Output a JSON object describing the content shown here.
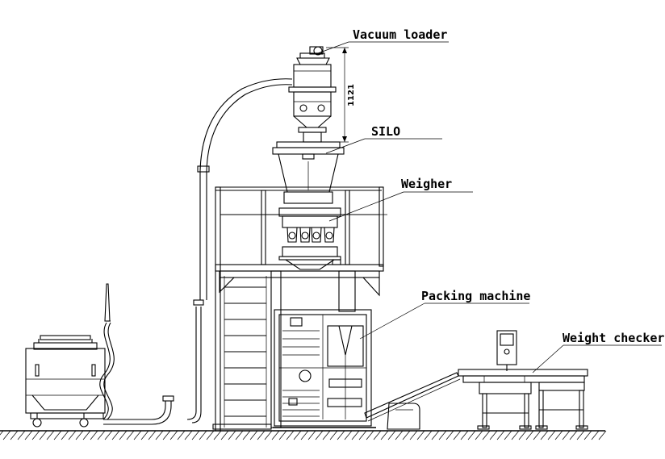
{
  "labels": {
    "vacuum_loader": "Vacuum loader",
    "silo": "SILO",
    "weigher": "Weigher",
    "packing_machine": "Packing machine",
    "weight_checker": "Weight checker"
  },
  "dimension": "1121"
}
